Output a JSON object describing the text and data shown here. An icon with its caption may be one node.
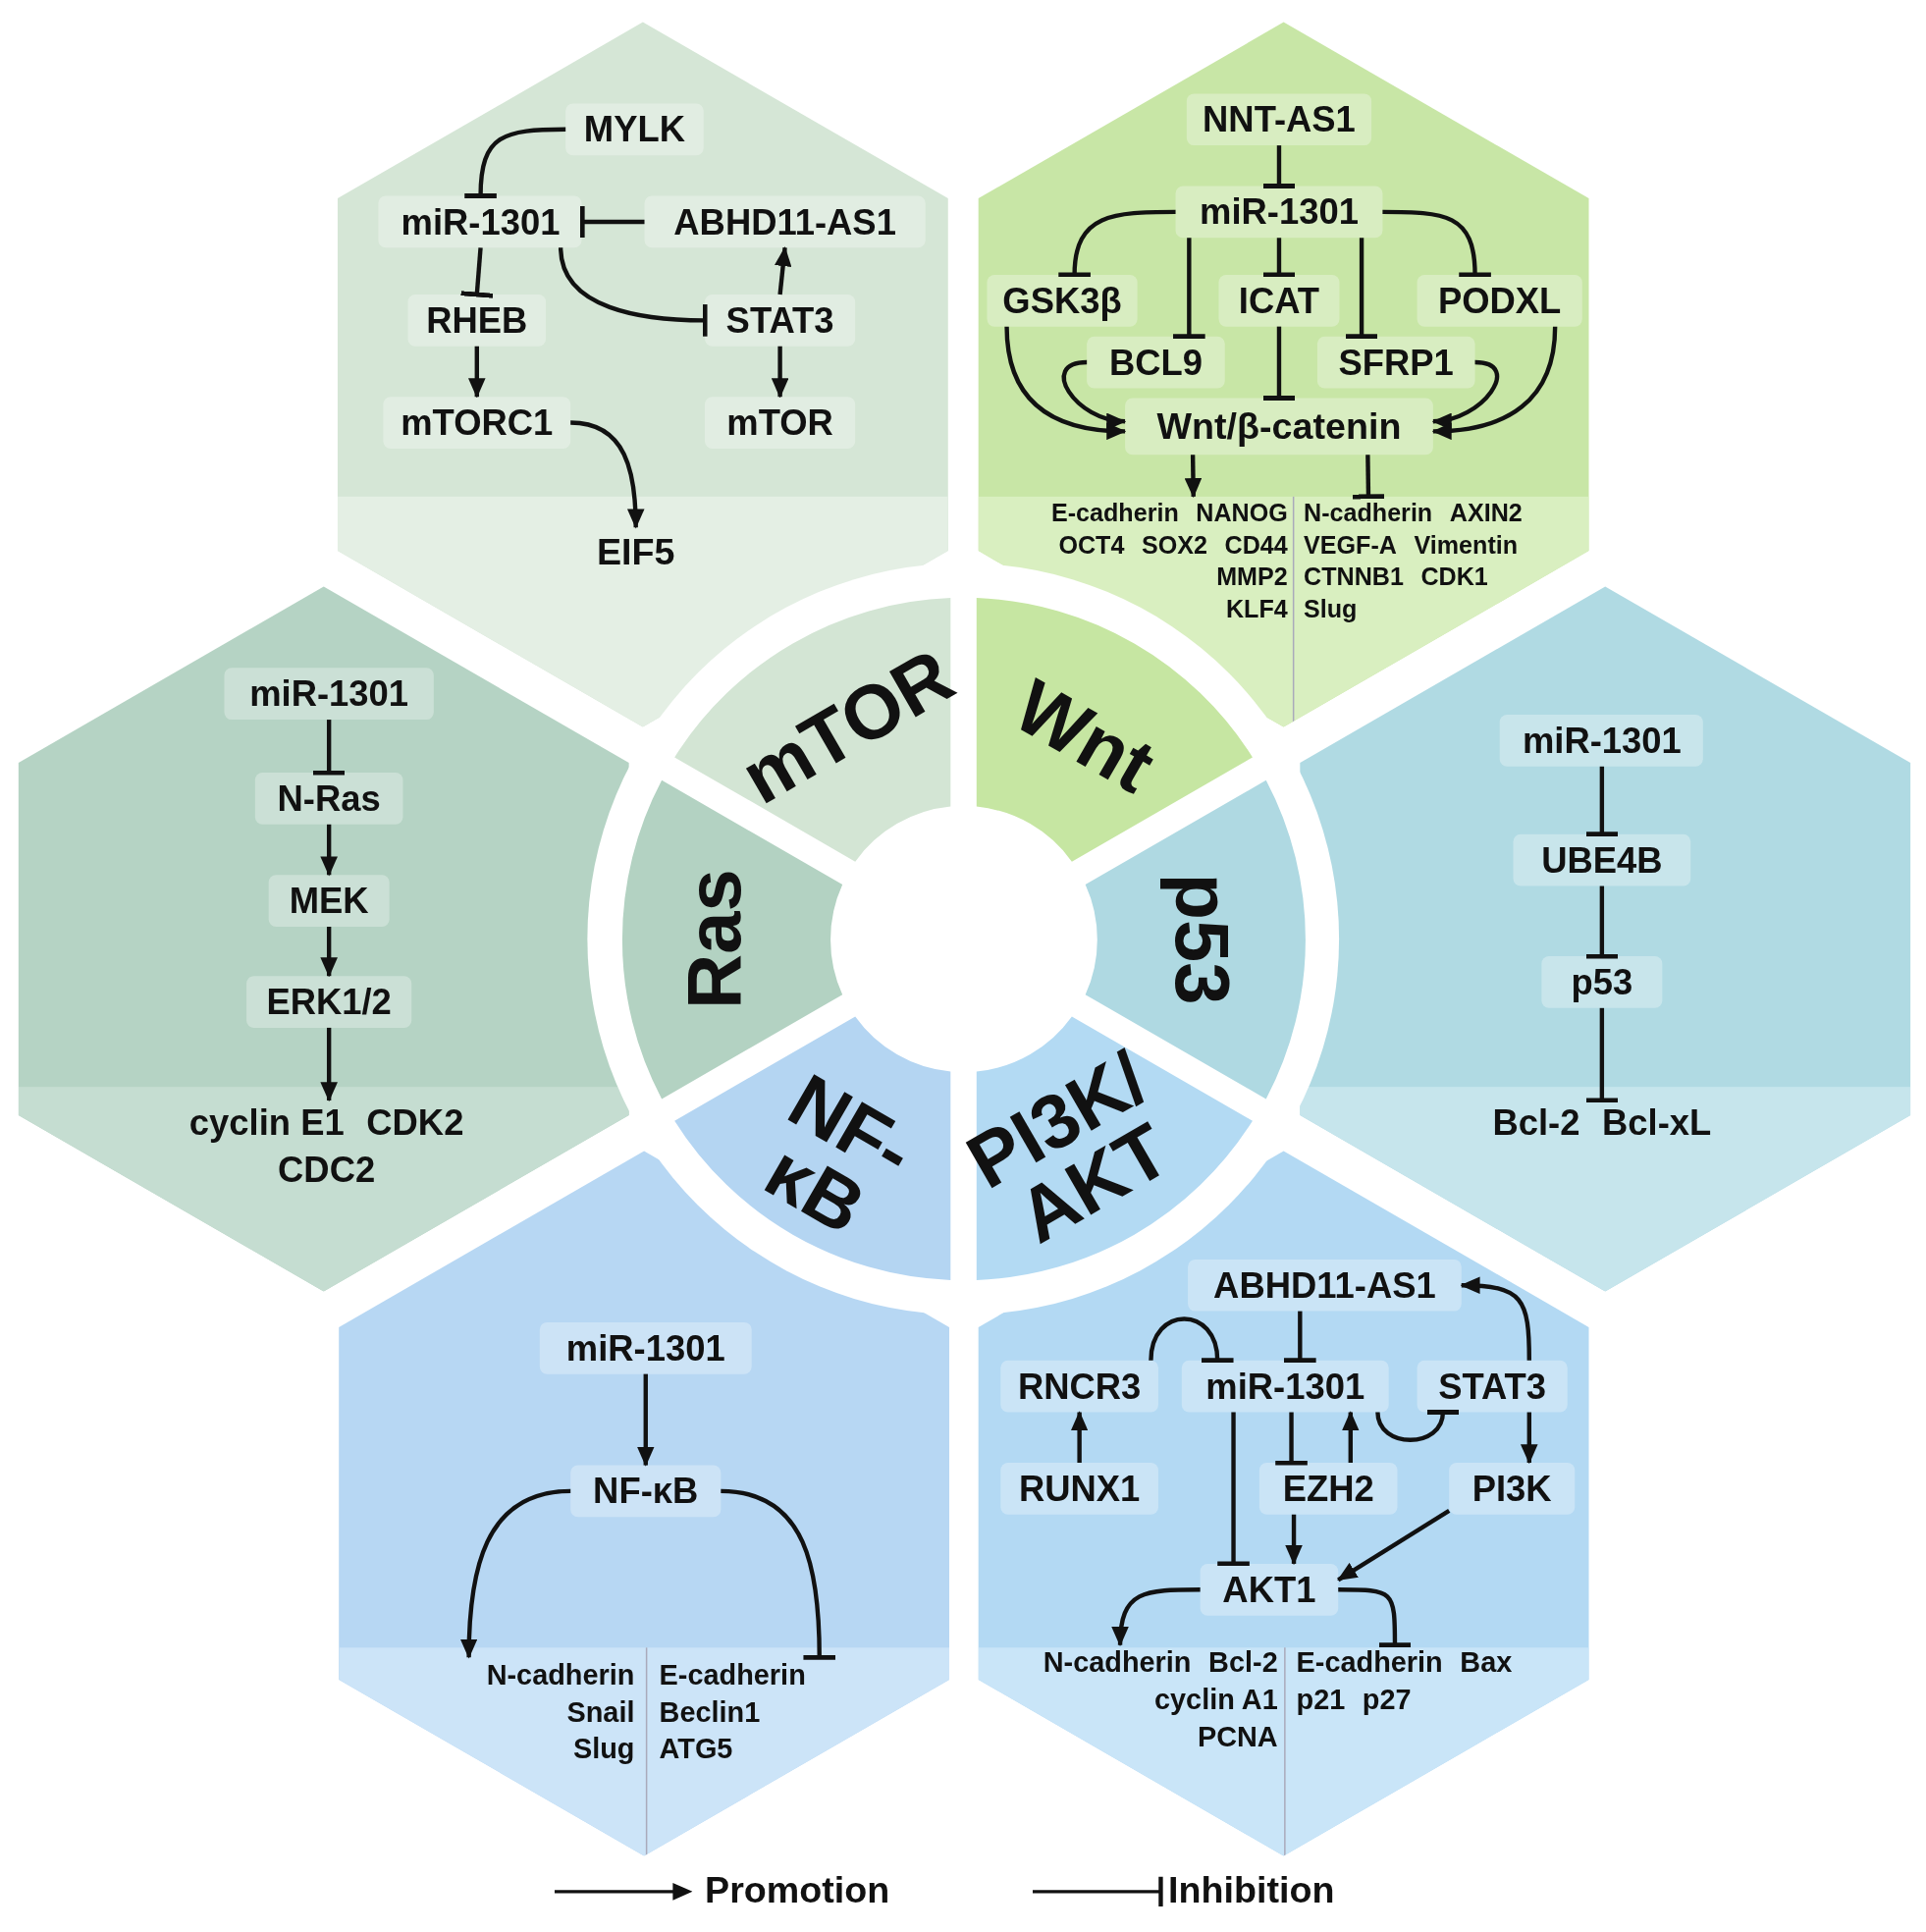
{
  "diagram": {
    "nodes": [
      {
        "text": [],
        "shape": "hexagon"
      },
      {
        "text": [
          "MYLK"
        ],
        "in": 0
      },
      {
        "text": [
          "miR-1301"
        ],
        "in": 0
      },
      {
        "text": [
          "ABHD11-AS1"
        ],
        "in": 0
      },
      {
        "text": [
          "RHEB"
        ],
        "in": 0
      },
      {
        "text": [
          "STAT3"
        ],
        "in": 0
      },
      {
        "text": [
          "mTORC1"
        ],
        "in": 0
      },
      {
        "text": [
          "mTOR"
        ],
        "in": 0
      },
      {
        "text": [
          "EIF5"
        ],
        "in": 0
      },
      {
        "text": [],
        "shape": "hexagon"
      },
      {
        "text": [
          "NNT-AS1"
        ],
        "in": 9
      },
      {
        "text": [
          "miR-1301"
        ],
        "in": 9
      },
      {
        "text": [
          "GSK3β"
        ],
        "in": 9
      },
      {
        "text": [
          "ICAT"
        ],
        "in": 9
      },
      {
        "text": [
          "PODXL"
        ],
        "in": 9
      },
      {
        "text": [
          "BCL9"
        ],
        "in": 9
      },
      {
        "text": [
          "SFRP1"
        ],
        "in": 9
      },
      {
        "text": [
          "Wnt/β-catenin"
        ],
        "in": 9
      },
      {
        "text": [
          "E-cadherin",
          "NANOG",
          "OCT4",
          "SOX2",
          "CD44",
          "MMP2",
          "KLF4"
        ],
        "in": 9
      },
      {
        "text": [
          "N-cadherin",
          "AXIN2",
          "VEGF-A",
          "Vimentin",
          "CTNNB1",
          "CDK1",
          "Slug"
        ],
        "in": 9
      },
      {
        "text": [
          "mTOR"
        ]
      },
      {
        "text": [
          "Wnt"
        ]
      },
      {
        "text": [
          "Ras"
        ]
      },
      {
        "text": [
          "p53"
        ]
      },
      {
        "text": [
          "NF-κB"
        ]
      },
      {
        "text": [
          "PI3K/ AKT"
        ]
      },
      {
        "text": [],
        "shape": "hexagon"
      },
      {
        "text": [
          "miR-1301"
        ],
        "in": 26
      },
      {
        "text": [
          "N-Ras"
        ],
        "in": 26
      },
      {
        "text": [
          "MEK"
        ],
        "in": 26
      },
      {
        "text": [
          "ERK1/2"
        ],
        "in": 26
      },
      {
        "text": [
          "cyclin E1",
          "CDK2",
          "CDC2"
        ],
        "in": 26
      },
      {
        "text": [],
        "shape": "hexagon"
      },
      {
        "text": [
          "miR-1301"
        ],
        "in": 32
      },
      {
        "text": [
          "UBE4B"
        ],
        "in": 32
      },
      {
        "text": [
          "p53"
        ],
        "in": 32
      },
      {
        "text": [
          "Bcl-2",
          "Bcl-xL"
        ],
        "in": 32
      },
      {
        "text": [],
        "shape": "hexagon"
      },
      {
        "text": [
          "miR-1301"
        ],
        "in": 37
      },
      {
        "text": [
          "NF-κB"
        ],
        "in": 37
      },
      {
        "text": [
          "N-cadherin",
          "Snail",
          "Slug"
        ],
        "in": 37
      },
      {
        "text": [
          "E-cadherin",
          "Beclin1",
          "ATG5"
        ],
        "in": 37
      },
      {
        "text": [],
        "shape": "hexagon"
      },
      {
        "text": [
          "ABHD11-AS1"
        ],
        "in": 42
      },
      {
        "text": [
          "RNCR3"
        ],
        "in": 42
      },
      {
        "text": [
          "miR-1301"
        ],
        "in": 42
      },
      {
        "text": [
          "STAT3"
        ],
        "in": 42
      },
      {
        "text": [
          "RUNX1"
        ],
        "in": 42
      },
      {
        "text": [
          "EZH2"
        ],
        "in": 42
      },
      {
        "text": [
          "PI3K"
        ],
        "in": 42
      },
      {
        "text": [
          "AKT1"
        ],
        "in": 42
      },
      {
        "text": [
          "N-cadherin",
          "Bcl-2",
          "cyclin A1",
          "PCNA"
        ],
        "in": 42
      },
      {
        "text": [
          "E-cadherin",
          "Bax",
          "p21",
          "p27"
        ],
        "in": 42
      }
    ],
    "edges": [
      {
        "from": 1,
        "to": 2,
        "arrow": "other"
      },
      {
        "from": 3,
        "to": 2,
        "arrow": "other"
      },
      {
        "from": 2,
        "to": 4,
        "arrow": "other"
      },
      {
        "from": 2,
        "to": 5,
        "arrow": "other"
      },
      {
        "from": 5,
        "to": 3,
        "arrow": "to"
      },
      {
        "from": 4,
        "to": 6,
        "arrow": "to"
      },
      {
        "from": 5,
        "to": 7,
        "arrow": "to"
      },
      {
        "from": 6,
        "to": 8,
        "arrow": "to"
      },
      {
        "from": 10,
        "to": 11,
        "arrow": "other"
      },
      {
        "from": 11,
        "to": 12,
        "arrow": "other"
      },
      {
        "from": 11,
        "to": 15,
        "arrow": "other"
      },
      {
        "from": 11,
        "to": 13,
        "arrow": "other"
      },
      {
        "from": 11,
        "to": 16,
        "arrow": "other"
      },
      {
        "from": 11,
        "to": 14,
        "arrow": "other"
      },
      {
        "from": 12,
        "to": 17,
        "arrow": "to"
      },
      {
        "from": 15,
        "to": 17,
        "arrow": "to"
      },
      {
        "from": 13,
        "to": 17,
        "arrow": "other"
      },
      {
        "from": 16,
        "to": 17,
        "arrow": "to"
      },
      {
        "from": 14,
        "to": 17,
        "arrow": "to"
      },
      {
        "from": 17,
        "to": 18,
        "arrow": "to"
      },
      {
        "from": 17,
        "to": 19,
        "arrow": "other"
      },
      {
        "from": 27,
        "to": 28,
        "arrow": "other"
      },
      {
        "from": 28,
        "to": 29,
        "arrow": "to"
      },
      {
        "from": 29,
        "to": 30,
        "arrow": "to"
      },
      {
        "from": 30,
        "to": 31,
        "arrow": "to"
      },
      {
        "from": 33,
        "to": 34,
        "arrow": "other"
      },
      {
        "from": 34,
        "to": 35,
        "arrow": "other"
      },
      {
        "from": 35,
        "to": 36,
        "arrow": "other"
      },
      {
        "from": 38,
        "to": 39,
        "arrow": "to"
      },
      {
        "from": 39,
        "to": 40,
        "arrow": "to"
      },
      {
        "from": 39,
        "to": 41,
        "arrow": "other"
      },
      {
        "from": 43,
        "to": 45,
        "arrow": "other"
      },
      {
        "from": 44,
        "to": 45,
        "arrow": "other"
      },
      {
        "from": 46,
        "to": 43,
        "arrow": "to"
      },
      {
        "from": 45,
        "to": 50,
        "arrow": "other"
      },
      {
        "from": 45,
        "to": 48,
        "arrow": "other"
      },
      {
        "from": 48,
        "to": 45,
        "arrow": "to"
      },
      {
        "from": 45,
        "to": 46,
        "arrow": "other"
      },
      {
        "from": 46,
        "to": 49,
        "arrow": "to"
      },
      {
        "from": 47,
        "to": 44,
        "arrow": "to"
      },
      {
        "from": 48,
        "to": 50,
        "arrow": "to"
      },
      {
        "from": 49,
        "to": 50,
        "arrow": "to"
      },
      {
        "from": 50,
        "to": 51,
        "arrow": "to"
      },
      {
        "from": 50,
        "to": 52,
        "arrow": "other"
      }
    ],
    "legend": [
      {
        "text": "Promotion"
      },
      {
        "text": "Inhibition"
      }
    ]
  }
}
